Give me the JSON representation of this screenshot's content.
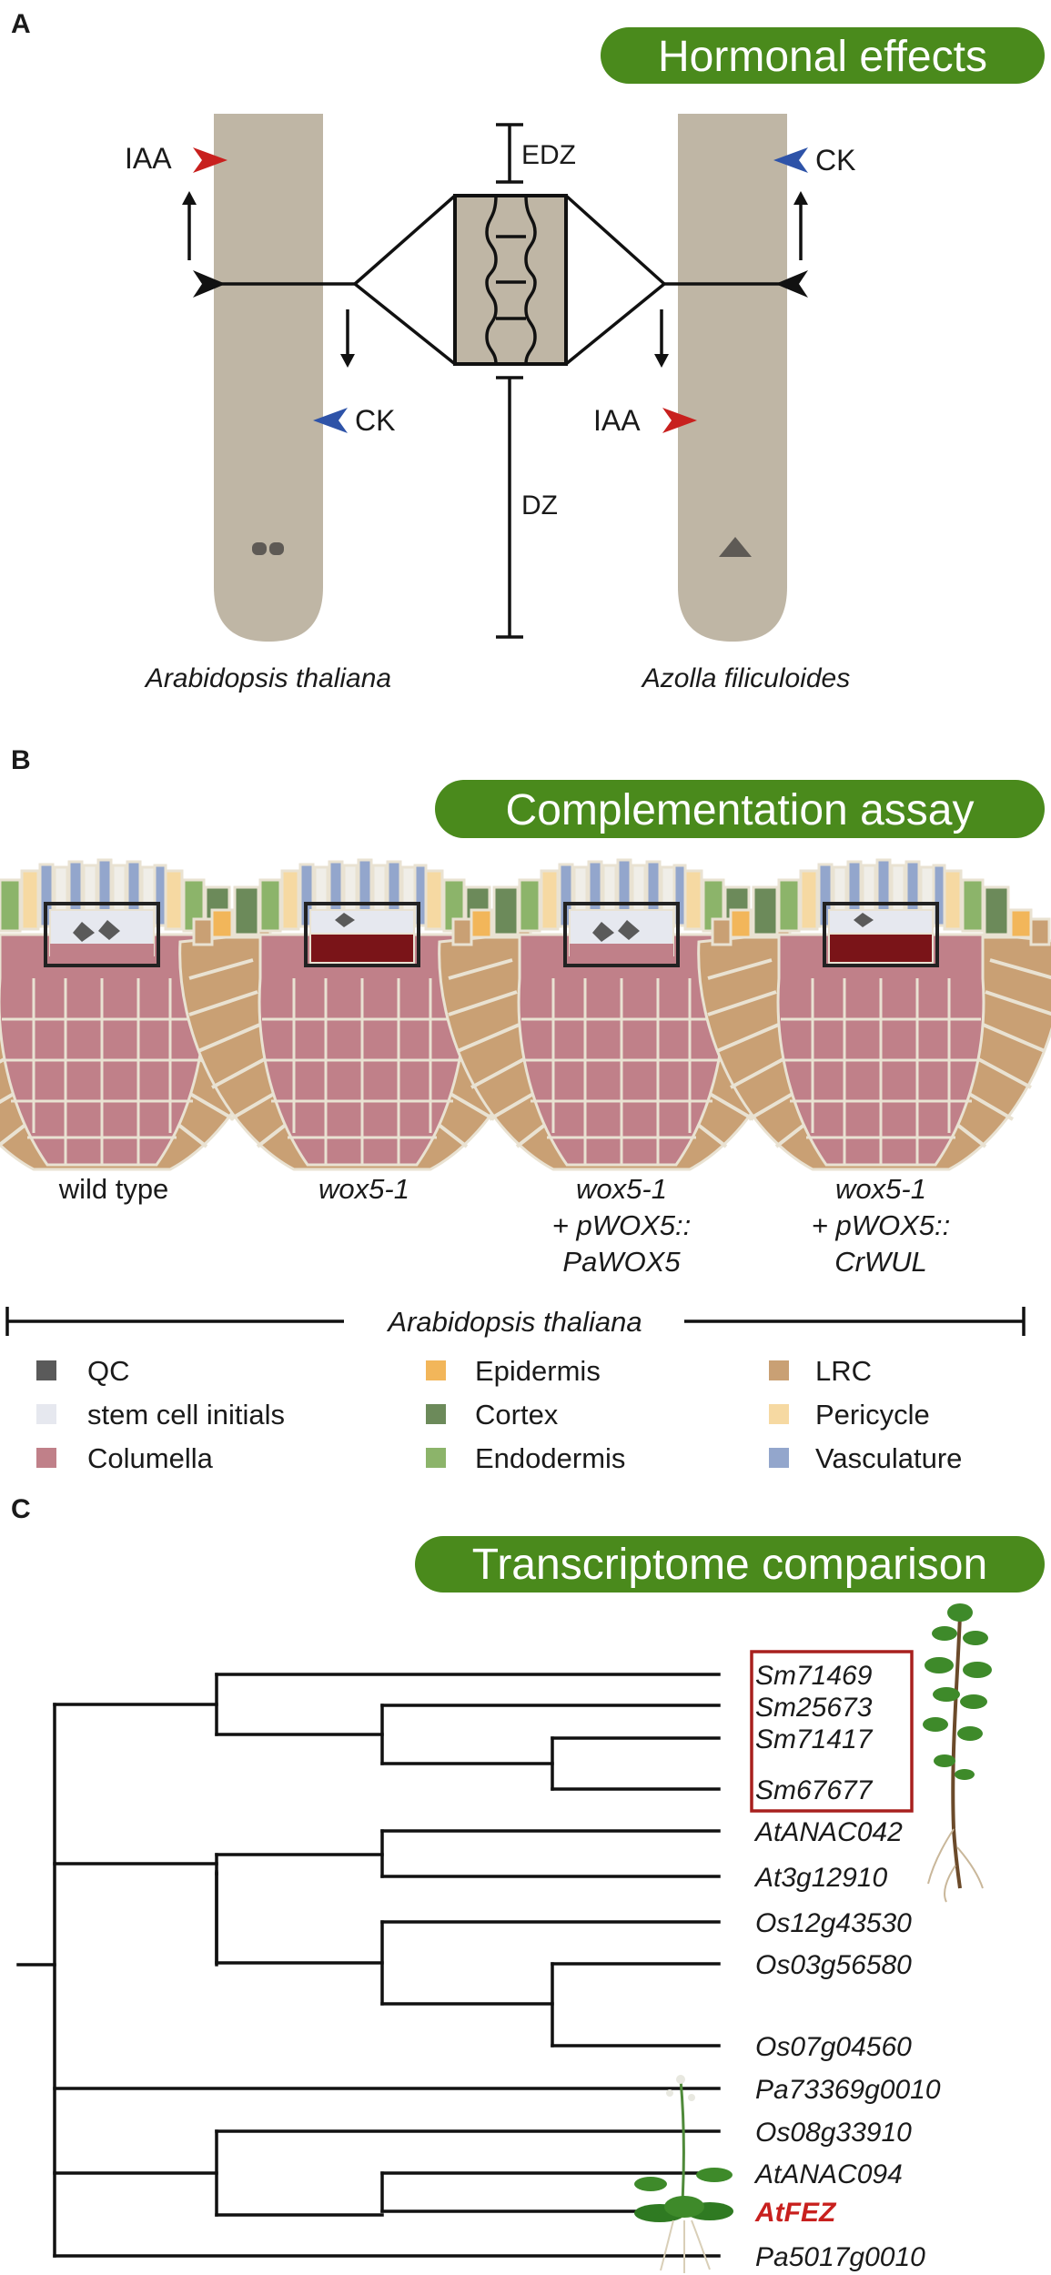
{
  "colors": {
    "pill_green": "#4a8a1c",
    "root_tan": "#bfb6a5",
    "iaa_red": "#c8201e",
    "ck_blue": "#2e53a8",
    "highlight_red": "#a8201e",
    "legend": {
      "QC": "#5a5a5a",
      "stem": "#e6e8ef",
      "columella": "#c08089",
      "epidermis": "#f2b65a",
      "cortex": "#6c8a5a",
      "endodermis": "#8cb46a",
      "lrc": "#c9a074",
      "pericycle": "#f6d9a2",
      "vasculature": "#93a6cc",
      "dark_columella": "#7a1418"
    }
  },
  "panelA": {
    "letter": "A",
    "title": "Hormonal effects",
    "left_species": "Arabidopsis thaliana",
    "right_species": "Azolla filiculoides",
    "left_top_hormone": "IAA",
    "left_bottom_hormone": "CK",
    "right_top_hormone": "CK",
    "right_bottom_hormone": "IAA",
    "edz_label": "EDZ",
    "dz_label": "DZ"
  },
  "panelB": {
    "letter": "B",
    "title": "Complementation assay",
    "genotypes": [
      {
        "line1": "wild type",
        "line2": "",
        "line3": ""
      },
      {
        "line1": "wox5-1",
        "line2": "",
        "line3": ""
      },
      {
        "line1": "wox5-1",
        "line2": "+ pWOX5::",
        "line3": "PaWOX5"
      },
      {
        "line1": "wox5-1",
        "line2": "+ pWOX5::",
        "line3": "CrWUL"
      }
    ],
    "species_bar_label": "Arabidopsis thaliana",
    "legend": [
      {
        "label": "QC",
        "color_key": "QC"
      },
      {
        "label": "stem cell initials",
        "color_key": "stem"
      },
      {
        "label": "Columella",
        "color_key": "columella"
      },
      {
        "label": "Epidermis",
        "color_key": "epidermis"
      },
      {
        "label": "Cortex",
        "color_key": "cortex"
      },
      {
        "label": "Endodermis",
        "color_key": "endodermis"
      },
      {
        "label": "LRC",
        "color_key": "lrc"
      },
      {
        "label": "Pericycle",
        "color_key": "pericycle"
      },
      {
        "label": "Vasculature",
        "color_key": "vasculature"
      }
    ]
  },
  "panelC": {
    "letter": "C",
    "title": "Transcriptome comparison",
    "genes": [
      "Sm71469",
      "Sm25673",
      "Sm71417",
      "Sm67677",
      "AtANAC042",
      "At3g12910",
      "Os12g43530",
      "Os03g56580",
      "Os07g04560",
      "Pa73369g0010",
      "Os08g33910",
      "AtANAC094",
      "AtFEZ",
      "Pa5017g0010"
    ],
    "highlighted_gene": "AtFEZ"
  }
}
